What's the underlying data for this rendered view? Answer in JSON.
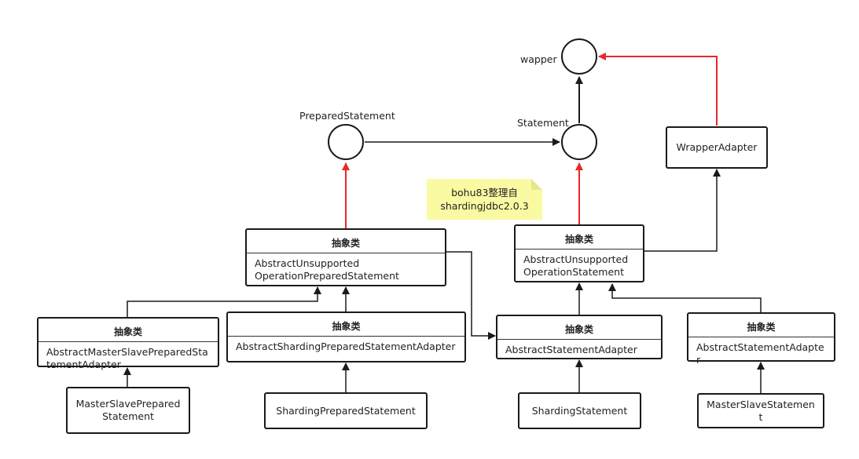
{
  "nodes": {
    "wapper": "wapper",
    "prepared_statement": "PreparedStatement",
    "statement": "Statement"
  },
  "note": {
    "line1": "bohu83整理自",
    "line2": "shardingjdbc2.0.3"
  },
  "classes": {
    "wrapper_adapter": "WrapperAdapter",
    "abstract_unsupported_prepared": {
      "stereotype": "抽象类",
      "name": "AbstractUnsupported OperationPreparedStatement"
    },
    "abstract_unsupported_statement": {
      "stereotype": "抽象类",
      "name": "AbstractUnsupported OperationStatement"
    },
    "abstract_master_slave_prepared": {
      "stereotype": "抽象类",
      "name": "AbstractMasterSlavePreparedStatementAdapter"
    },
    "abstract_sharding_prepared": {
      "stereotype": "抽象类",
      "name": "AbstractShardingPreparedStatementAdapter"
    },
    "abstract_statement_adapter": {
      "stereotype": "抽象类",
      "name": "AbstractStatementAdapter"
    },
    "abstract_statement_adapter_2": {
      "stereotype": "抽象类",
      "name": "AbstractStatementAdapter"
    },
    "master_slave_prepared": "MasterSlavePrepared Statement",
    "sharding_prepared": "ShardingPreparedStatement",
    "sharding_statement": "ShardingStatement",
    "master_slave_statement": "MasterSlaveStatement"
  },
  "colors": {
    "arrow_black": "#1a1a1a",
    "arrow_red": "#e8282b",
    "note_fill": "#fafaa3"
  }
}
